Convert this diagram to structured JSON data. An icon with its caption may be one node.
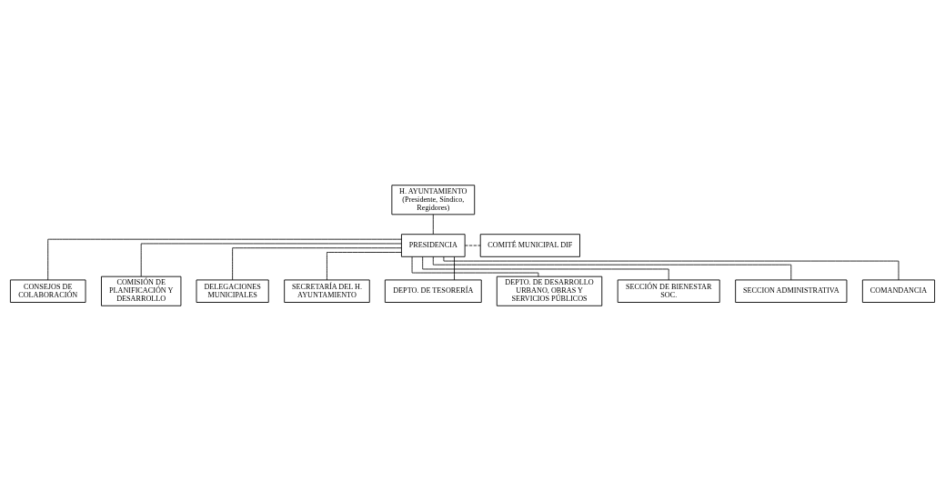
{
  "diagram": {
    "nodes": [
      {
        "text": [
          "H. AYUNTAMIENTO (Presidente, Síndico, Regidores)"
        ]
      },
      {
        "text": [
          "PRESIDENCIA"
        ]
      },
      {
        "text": [
          "COMITÉ MUNICIPAL DIF"
        ]
      },
      {
        "text": [
          "CONSEJOS DE COLABORACIÓN"
        ]
      },
      {
        "text": [
          "COMISIÓN DE PLANIFICACIÓN Y DESARROLLO"
        ]
      },
      {
        "text": [
          "DELEGACIONES MUNICIPALES"
        ]
      },
      {
        "text": [
          "SECRETARÍA DEL H. AYUNTAMIENTO"
        ]
      },
      {
        "text": [
          "DEPTO. DE TESORERÍA"
        ]
      },
      {
        "text": [
          "DEPTO. DE DESARROLLO URBANO, OBRAS Y SERVICIOS PÚBLICOS"
        ]
      },
      {
        "text": [
          "SECCIÓN DE BIENESTAR SOC."
        ]
      },
      {
        "text": [
          "SECCION ADMINISTRATIVA"
        ]
      },
      {
        "text": [
          "COMANDANCIA"
        ]
      }
    ],
    "edges": [
      {
        "from": 0,
        "to": 1,
        "arrow": "none"
      },
      {
        "from": 1,
        "to": 2,
        "arrow": "none",
        "style": "dashed"
      },
      {
        "from": 1,
        "to": 3,
        "arrow": "none"
      },
      {
        "from": 1,
        "to": 4,
        "arrow": "none"
      },
      {
        "from": 1,
        "to": 5,
        "arrow": "none"
      },
      {
        "from": 1,
        "to": 6,
        "arrow": "none"
      },
      {
        "from": 1,
        "to": 7,
        "arrow": "none"
      },
      {
        "from": 1,
        "to": 8,
        "arrow": "none"
      },
      {
        "from": 1,
        "to": 9,
        "arrow": "none"
      },
      {
        "from": 1,
        "to": 10,
        "arrow": "none"
      },
      {
        "from": 1,
        "to": 11,
        "arrow": "none"
      }
    ]
  }
}
